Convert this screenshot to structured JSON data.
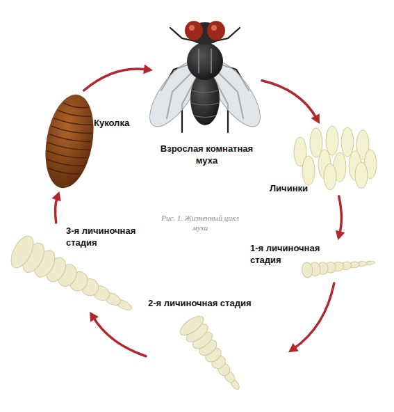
{
  "diagram": {
    "caption": "Рис. 1. Жизненный цикл мухи",
    "nodes": [
      {
        "text": [
          "Взрослая комнатная муха"
        ]
      },
      {
        "text": [
          "Личинки"
        ]
      },
      {
        "text": [
          "1-я личиночная стадия"
        ]
      },
      {
        "text": [
          "2-я личиночная стадия"
        ]
      },
      {
        "text": [
          "3-я личиночная стадия"
        ]
      },
      {
        "text": [
          "Куколка"
        ]
      }
    ],
    "edges": [
      {
        "from": 0,
        "to": 1,
        "arrow": "to"
      },
      {
        "from": 1,
        "to": 2,
        "arrow": "to"
      },
      {
        "from": 2,
        "to": 3,
        "arrow": "to"
      },
      {
        "from": 3,
        "to": 4,
        "arrow": "to"
      },
      {
        "from": 4,
        "to": 5,
        "arrow": "to"
      },
      {
        "from": 5,
        "to": 0,
        "arrow": "to"
      }
    ]
  }
}
